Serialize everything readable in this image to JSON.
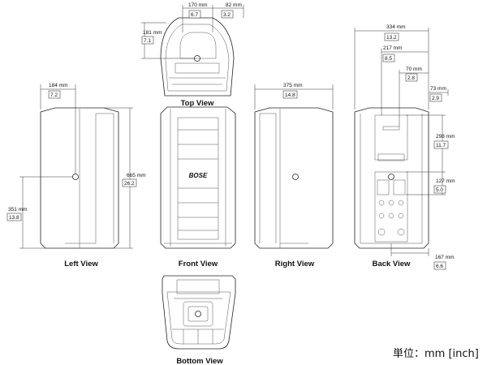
{
  "views": {
    "top": "Top View",
    "left": "Left View",
    "front": "Front View",
    "right": "Right View",
    "back": "Back View",
    "bottom": "Bottom View"
  },
  "dims": {
    "top_width": {
      "mm": "170 mm",
      "inch": "6.7"
    },
    "top_offset": {
      "mm": "82 mm",
      "inch": "3.2"
    },
    "top_depth": {
      "mm": "181 mm",
      "inch": "7.1"
    },
    "left_width": {
      "mm": "184 mm",
      "inch": "7.2"
    },
    "left_height_cog": {
      "mm": "351 mm",
      "inch": "13.8"
    },
    "height": {
      "mm": "665 mm",
      "inch": "26.2"
    },
    "right_depth": {
      "mm": "375 mm",
      "inch": "14.8"
    },
    "back_width": {
      "mm": "334 mm",
      "inch": "13.2"
    },
    "back_217": {
      "mm": "217 mm",
      "inch": "8.5"
    },
    "back_70": {
      "mm": "70 mm",
      "inch": "2.8"
    },
    "back_73": {
      "mm": "73 mm",
      "inch": "2.9"
    },
    "back_298": {
      "mm": "298 mm",
      "inch": "11.7"
    },
    "back_127": {
      "mm": "127 mm",
      "inch": "5.0"
    },
    "back_167": {
      "mm": "167 mm",
      "inch": "6.6"
    }
  },
  "unit_label": "単位：mm [inch]",
  "logo_text": "BOSE"
}
